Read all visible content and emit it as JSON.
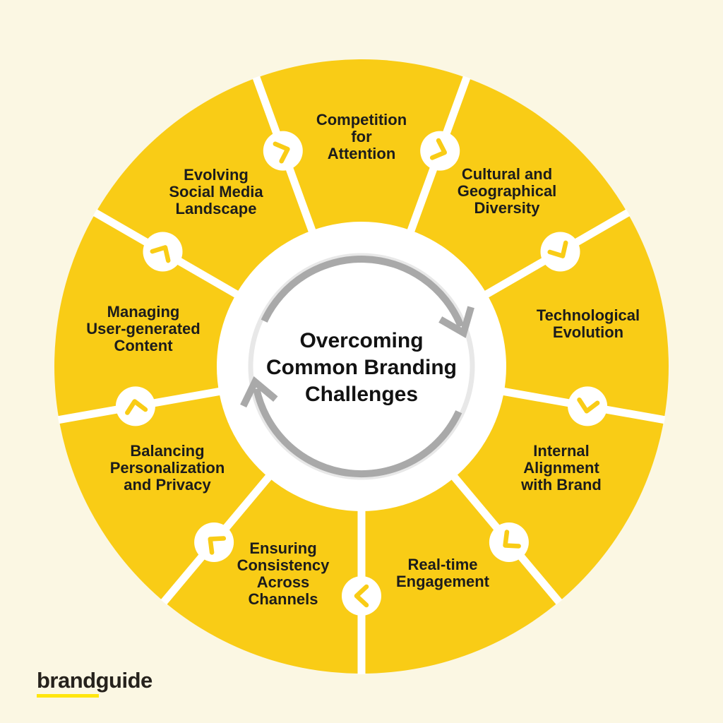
{
  "center_title": "Overcoming\nCommon Branding\nChallenges",
  "segments": [
    {
      "label": "Competition\nfor\nAttention"
    },
    {
      "label": "Cultural and\nGeographical\nDiversity"
    },
    {
      "label": "Technological\nEvolution"
    },
    {
      "label": "Internal\nAlignment\nwith Brand"
    },
    {
      "label": "Real-time\nEngagement"
    },
    {
      "label": "Ensuring\nConsistency\nAcross\nChannels"
    },
    {
      "label": "Balancing\nPersonalization\nand Privacy"
    },
    {
      "label": "Managing\nUser-generated\nContent"
    },
    {
      "label": "Evolving\nSocial Media\nLandscape"
    }
  ],
  "logo": {
    "text": "brandguide"
  },
  "icons": {
    "center": "cycle-arrows-icon",
    "segment_marker": "chevron-icon"
  },
  "colors": {
    "background": "#FBF7E3",
    "wheel_yellow": "#F9CC16",
    "divider_white": "#FFFFFF",
    "text_dark": "#1C1C1C",
    "arrow_gray": "#A9A9A9",
    "ring_gray": "#E8E8E8",
    "logo_underline_yellow": "#FFE60E"
  }
}
